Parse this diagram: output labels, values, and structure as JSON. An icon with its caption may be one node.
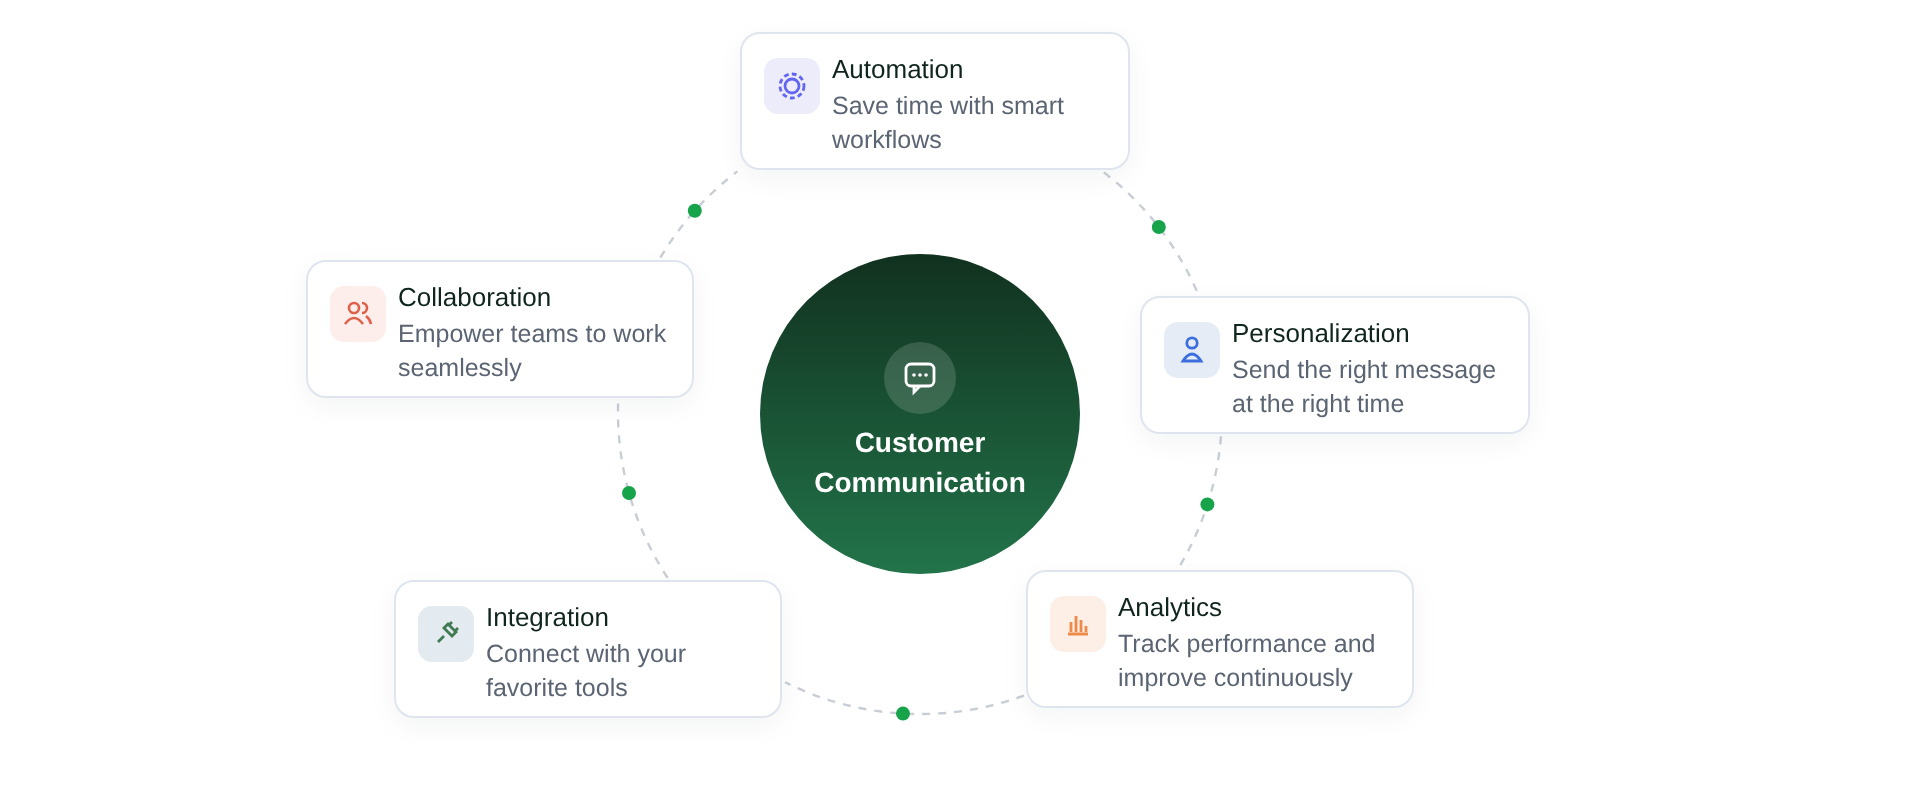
{
  "diagram": {
    "nodes": [
      {
        "text": [
          "Automation",
          "Save time with smart workflows"
        ]
      },
      {
        "text": [
          "Collaboration",
          "Empower teams to work seamlessly"
        ]
      },
      {
        "text": [
          "Customer Communication"
        ]
      },
      {
        "text": [
          "Personalization",
          "Send the right message at the right time"
        ]
      },
      {
        "text": [
          "Analytics",
          "Track performance and improve continuously"
        ]
      },
      {
        "text": [
          "Integration",
          "Connect with your favorite tools"
        ]
      }
    ],
    "edges": [
      {
        "from": 0,
        "to": 3,
        "arrow": "none",
        "style": "dashed"
      },
      {
        "from": 3,
        "to": 4,
        "arrow": "none",
        "style": "dashed"
      },
      {
        "from": 4,
        "to": 5,
        "arrow": "none",
        "style": "dashed"
      },
      {
        "from": 5,
        "to": 1,
        "arrow": "none",
        "style": "dashed"
      },
      {
        "from": 1,
        "to": 0,
        "arrow": "none",
        "style": "dashed"
      }
    ]
  }
}
